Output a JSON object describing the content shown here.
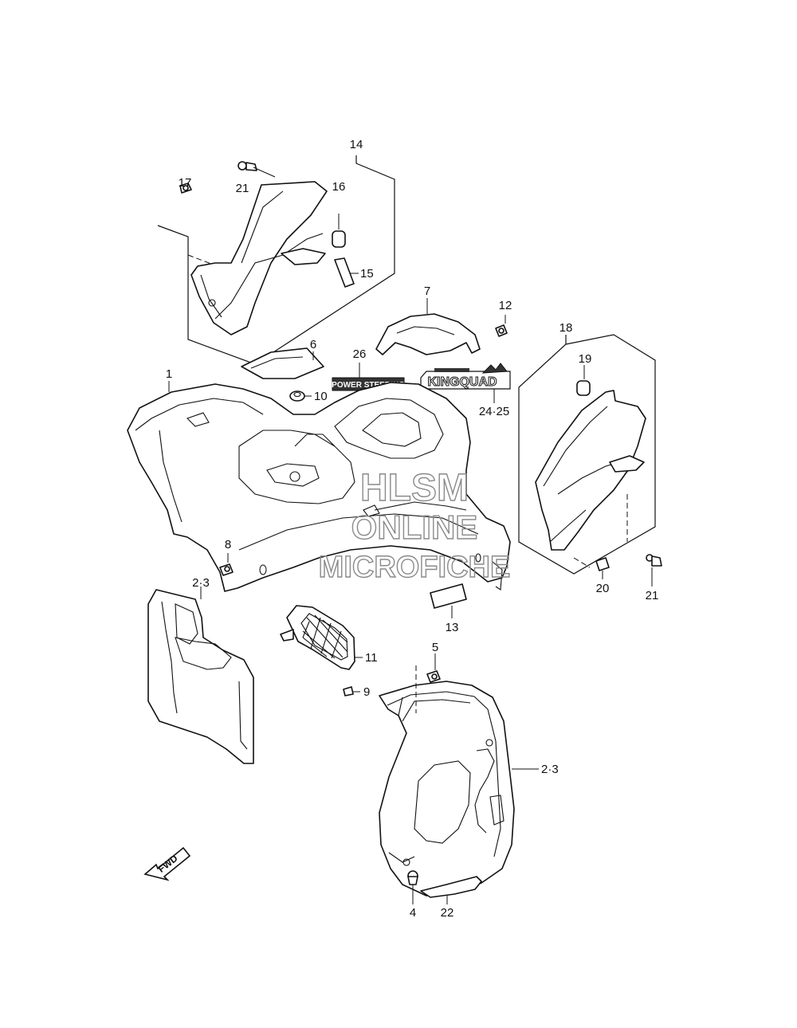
{
  "callouts": {
    "c1": "1",
    "c23": "2·3",
    "c4": "4",
    "c5": "5",
    "c6": "6",
    "c7": "7",
    "c8": "8",
    "c9": "9",
    "c10": "10",
    "c11": "11",
    "c12": "12",
    "c13": "13",
    "c14": "14",
    "c15": "15",
    "c16": "16",
    "c17": "17",
    "c18": "18",
    "c19": "19",
    "c20": "20",
    "c21a": "21",
    "c21b": "21",
    "c22": "22",
    "c2425": "24·25",
    "c26": "26"
  },
  "decals": {
    "power_steering": "POWER STEERING",
    "kingquad": "KINGQUAD"
  },
  "watermark": {
    "line1": "HLSM",
    "line2": "ONLINE",
    "line3": "MICROFICHE"
  },
  "fwd_label": "FWD"
}
